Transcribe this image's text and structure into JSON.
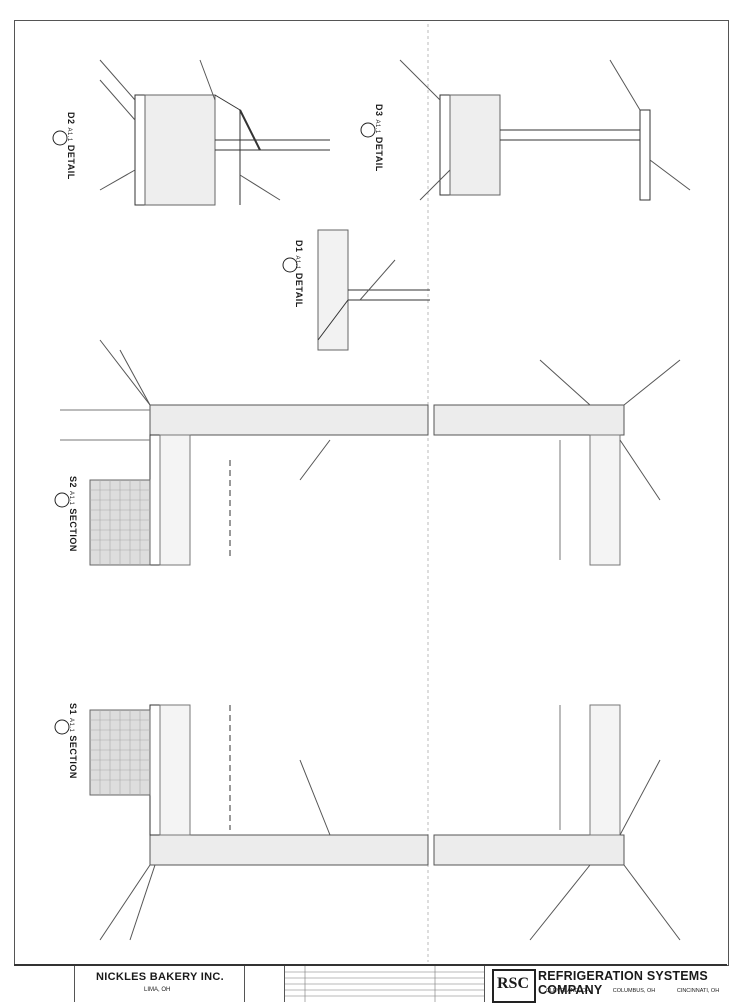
{
  "views": {
    "d2": {
      "num": "D2",
      "sheet": "A1.1",
      "title": "DETAIL"
    },
    "d3": {
      "num": "D3",
      "sheet": "A1.1",
      "title": "DETAIL"
    },
    "d1": {
      "num": "D1",
      "sheet": "A1.1",
      "title": "DETAIL"
    },
    "s2": {
      "num": "S2",
      "sheet": "A1.1",
      "title": "SECTION"
    },
    "s1": {
      "num": "S1",
      "sheet": "A1.1",
      "title": "SECTION"
    }
  },
  "title_block": {
    "client_name": "NICKLES BAKERY INC.",
    "client_location": "LIMA, OH",
    "company_name": "REFRIGERATION SYSTEMS COMPANY",
    "logo_text": "RSC",
    "offices": [
      "CLEVELAND, OH",
      "COLUMBUS, OH",
      "CINCINNATI, OH"
    ]
  }
}
